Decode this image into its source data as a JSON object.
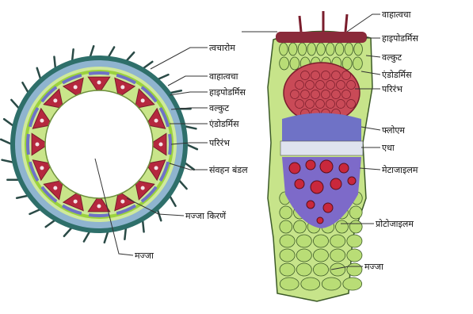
{
  "left_labels": [
    {
      "key": "l_twacharom",
      "text": "त्वचारोम"
    },
    {
      "key": "l_bahyatwacha",
      "text": "वाहात्वचा"
    },
    {
      "key": "l_hypodermis",
      "text": "हाइपोडर्मिस"
    },
    {
      "key": "l_valkut",
      "text": "वल्कुट"
    },
    {
      "key": "l_endodermis",
      "text": "एंडोडर्मिस"
    },
    {
      "key": "l_parirambh",
      "text": "परिरंभ"
    },
    {
      "key": "l_sanvahan",
      "text": "संवहन बंडल"
    },
    {
      "key": "l_majja_kirane",
      "text": "मज्जा किरणें"
    },
    {
      "key": "l_majja",
      "text": "मज्जा"
    }
  ],
  "right_labels": [
    {
      "key": "r_bahyatwacha",
      "text": "वाहात्वचा"
    },
    {
      "key": "r_hypodermis",
      "text": "हाइपोडर्मिस"
    },
    {
      "key": "r_valkut",
      "text": "वल्कुट"
    },
    {
      "key": "r_endodermis",
      "text": "एंडोडर्मिस"
    },
    {
      "key": "r_parirambh",
      "text": "परिरंभ"
    },
    {
      "key": "r_phloem",
      "text": "फ्लोएम"
    },
    {
      "key": "r_edha",
      "text": "एधा"
    },
    {
      "key": "r_metaxylem",
      "text": "मेटाजाइलम"
    },
    {
      "key": "r_protoxylem",
      "text": "प्रोटोजाइलम"
    },
    {
      "key": "r_majja",
      "text": "मज्जा"
    }
  ],
  "colors": {
    "epidermis": "#2e6f6a",
    "hypodermis": "#8fb4cf",
    "cortex": "#c9e58a",
    "endodermis": "#9bd23e",
    "phloem": "#6f72c6",
    "xylem": "#b5283e",
    "pith": "#b9dd76",
    "cell_line": "#3c5a28"
  }
}
